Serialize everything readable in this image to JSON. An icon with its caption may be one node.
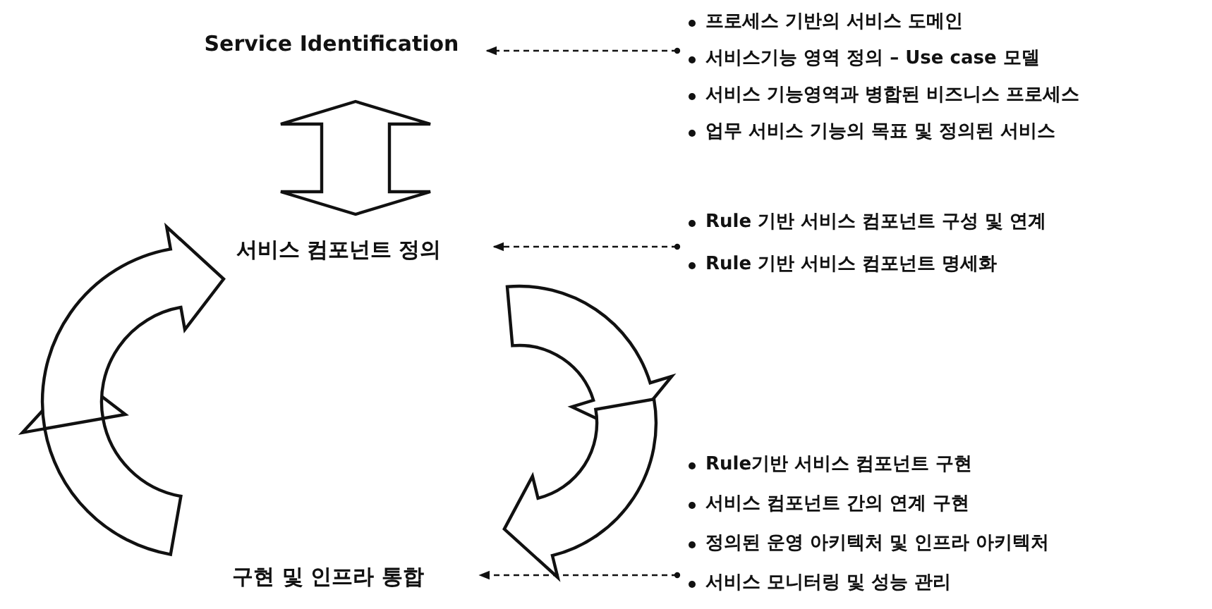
{
  "diagram": {
    "nodes": [
      {
        "text": [
          "Service Identification"
        ]
      },
      {
        "text": [
          "서비스 컴포넌트 정의"
        ]
      },
      {
        "text": [
          "구현 및 인프라 통합"
        ]
      },
      {
        "text": [
          "프로세스 기반의 서비스 도메인",
          "서비스기능 영역 정의 – Use case 모델",
          "서비스 기능영역과 병합된 비즈니스 프로세스",
          "업무 서비스 기능의 목표 및 정의된 서비스"
        ]
      },
      {
        "text": [
          "Rule 기반 서비스 컴포넌트 구성 및 연계",
          "Rule 기반 서비스 컴포넌트 명세화"
        ]
      },
      {
        "text": [
          "Rule기반 서비스 컴포넌트 구현",
          "서비스 컴포넌트 간의 연계 구현",
          "정의된 운영 아키텍처 및 인프라 아키텍처",
          "서비스 모니터링 및 성능 관리"
        ]
      }
    ],
    "edges": [
      {
        "from": 0,
        "to": 1,
        "arrow": "both",
        "style": "thick"
      },
      {
        "from": 3,
        "to": 0,
        "arrow": "to",
        "style": "dashed"
      },
      {
        "from": 4,
        "to": 1,
        "arrow": "to",
        "style": "dashed"
      },
      {
        "from": 5,
        "to": 2,
        "arrow": "to",
        "style": "dashed"
      }
    ]
  }
}
